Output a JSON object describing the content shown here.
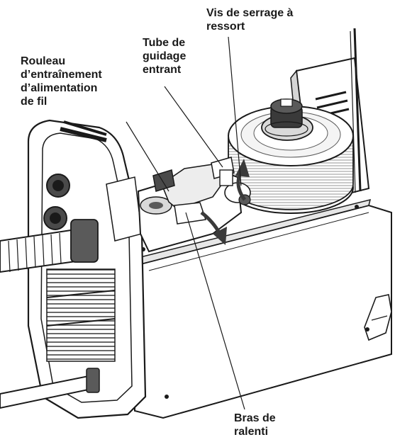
{
  "labels": {
    "spring_screw": "Vis de serrage à\nressort",
    "inlet_tube": "Tube de\nguidage\nentrant",
    "drive_roller": "Rouleau\nd’entraînement\nd’alimentation\nde fil",
    "idle_arm": "Bras de\nralenti"
  },
  "colors": {
    "line": "#1a1a1a",
    "fill_light": "#f2f2f2",
    "fill_mid": "#bdbdbd",
    "fill_dark": "#3a3a3a"
  },
  "icons": [
    "rotation-arrow-icon",
    "rotation-arrow-icon"
  ]
}
